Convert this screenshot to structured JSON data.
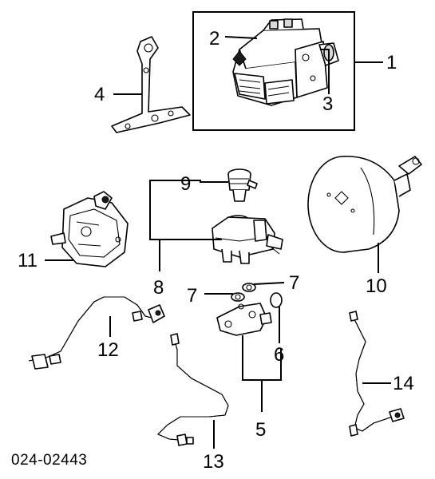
{
  "figure_code": "024-02443",
  "callouts": {
    "c1": "1",
    "c2": "2",
    "c3": "3",
    "c4": "4",
    "c5": "5",
    "c6": "6",
    "c7a": "7",
    "c7b": "7",
    "c8": "8",
    "c9": "9",
    "c10": "10",
    "c11": "11",
    "c12": "12",
    "c13": "13",
    "c14": "14"
  },
  "colors": {
    "ink": "#000000",
    "background": "#ffffff",
    "shade": "#d9d9d9"
  }
}
